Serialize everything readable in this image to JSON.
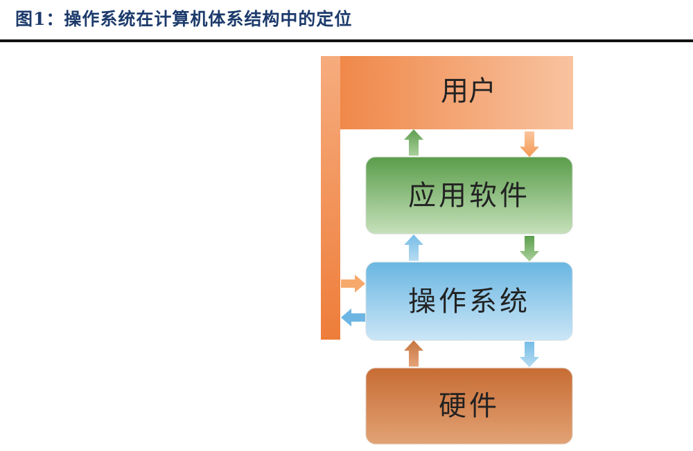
{
  "caption": "图1：操作系统在计算机体系结构中的定位",
  "layers": {
    "user": "用户",
    "app": "应用软件",
    "os": "操作系统",
    "hardware": "硬件"
  },
  "colors": {
    "user_orange": "#f29354",
    "app_green": "#5d9e4f",
    "os_blue": "#80c2e6",
    "hardware_brown": "#c5743f"
  }
}
